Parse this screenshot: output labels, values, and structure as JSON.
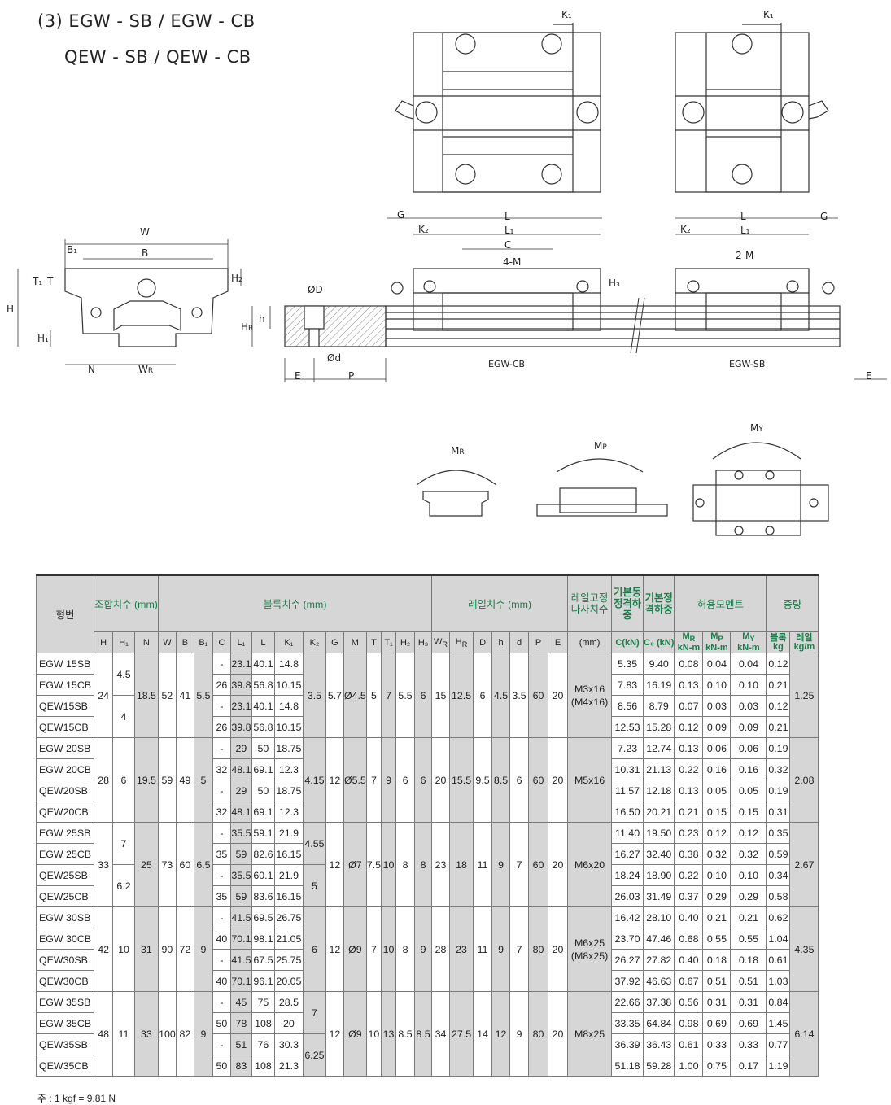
{
  "title_line1": "(3) EGW - SB / EGW - CB",
  "title_line2": "QEW - SB / QEW - CB",
  "drawing_labels": {
    "K1": "K₁",
    "W": "W",
    "B1": "B₁",
    "B": "B",
    "T1": "T₁",
    "T": "T",
    "H2": "H₂",
    "H": "H",
    "H1": "H₁",
    "N": "N",
    "WR": "W",
    "WR_sub": "R",
    "HR": "H",
    "HR_sub": "R",
    "h": "h",
    "OD": "ØD",
    "Od": "Ød",
    "E": "E",
    "P": "P",
    "G": "G",
    "K2": "K₂",
    "L": "L",
    "L1": "L₁",
    "C": "C",
    "fourM": "4-M",
    "twoM": "2-M",
    "H3": "H₃",
    "egwcb": "EGW-CB",
    "egwsb": "EGW-SB",
    "MR": "M",
    "MR_sub": "R",
    "MP": "M",
    "MP_sub": "P",
    "MY": "M",
    "MY_sub": "Y"
  },
  "table": {
    "headers": {
      "model": "형번",
      "assembly": "조합치수 (mm)",
      "block": "블록치수 (mm)",
      "rail": "레일치수 (mm)",
      "bolt": "레일고정나사치수",
      "dynamic": "기본동정격하중",
      "static": "기본정격하중",
      "moment": "허용모멘트",
      "weight": "중량"
    },
    "sub": {
      "H": "H",
      "H1": "H₁",
      "N": "N",
      "W": "W",
      "B": "B",
      "B1": "B₁",
      "C": "C",
      "L1": "L₁",
      "L": "L",
      "K1": "K₁",
      "K2": "K₂",
      "G": "G",
      "M": "M",
      "T": "T",
      "T1": "T₁",
      "H2": "H₂",
      "H3": "H₃",
      "WR": "W",
      "HR": "H",
      "R": "R",
      "D": "D",
      "h": "h",
      "d": "d",
      "P": "P",
      "E": "E",
      "mm": "(mm)",
      "ckn": "C(kN)",
      "c0kn": "C₀ (kN)",
      "MR": "M",
      "MRs": "R",
      "MP": "M",
      "MPs": "P",
      "MY": "M",
      "MYs": "Y",
      "knm": "kN-m",
      "block_w": "블록",
      "kg": "kg",
      "rail_w": "레일",
      "kgm": "kg/m"
    },
    "rows": [
      {
        "model": "EGW 15SB",
        "C": "-",
        "L1": "23.1",
        "L": "40.1",
        "K1": "14.8",
        "ckn": "5.35",
        "c0": "9.40",
        "mr": "0.08",
        "mp": "0.04",
        "my": "0.04",
        "kg": "0.12"
      },
      {
        "model": "EGW 15CB",
        "C": "26",
        "L1": "39.8",
        "L": "56.8",
        "K1": "10.15",
        "ckn": "7.83",
        "c0": "16.19",
        "mr": "0.13",
        "mp": "0.10",
        "my": "0.10",
        "kg": "0.21"
      },
      {
        "model": "QEW15SB",
        "C": "-",
        "L1": "23.1",
        "L": "40.1",
        "K1": "14.8",
        "ckn": "8.56",
        "c0": "8.79",
        "mr": "0.07",
        "mp": "0.03",
        "my": "0.03",
        "kg": "0.12"
      },
      {
        "model": "QEW15CB",
        "C": "26",
        "L1": "39.8",
        "L": "56.8",
        "K1": "10.15",
        "ckn": "12.53",
        "c0": "15.28",
        "mr": "0.12",
        "mp": "0.09",
        "my": "0.09",
        "kg": "0.21"
      },
      {
        "model": "EGW 20SB",
        "C": "-",
        "L1": "29",
        "L": "50",
        "K1": "18.75",
        "ckn": "7.23",
        "c0": "12.74",
        "mr": "0.13",
        "mp": "0.06",
        "my": "0.06",
        "kg": "0.19"
      },
      {
        "model": "EGW 20CB",
        "C": "32",
        "L1": "48.1",
        "L": "69.1",
        "K1": "12.3",
        "ckn": "10.31",
        "c0": "21.13",
        "mr": "0.22",
        "mp": "0.16",
        "my": "0.16",
        "kg": "0.32"
      },
      {
        "model": "QEW20SB",
        "C": "-",
        "L1": "29",
        "L": "50",
        "K1": "18.75",
        "ckn": "11.57",
        "c0": "12.18",
        "mr": "0.13",
        "mp": "0.05",
        "my": "0.05",
        "kg": "0.19"
      },
      {
        "model": "QEW20CB",
        "C": "32",
        "L1": "48.1",
        "L": "69.1",
        "K1": "12.3",
        "ckn": "16.50",
        "c0": "20.21",
        "mr": "0.21",
        "mp": "0.15",
        "my": "0.15",
        "kg": "0.31"
      },
      {
        "model": "EGW 25SB",
        "C": "-",
        "L1": "35.5",
        "L": "59.1",
        "K1": "21.9",
        "ckn": "11.40",
        "c0": "19.50",
        "mr": "0.23",
        "mp": "0.12",
        "my": "0.12",
        "kg": "0.35"
      },
      {
        "model": "EGW 25CB",
        "C": "35",
        "L1": "59",
        "L": "82.6",
        "K1": "16.15",
        "ckn": "16.27",
        "c0": "32.40",
        "mr": "0.38",
        "mp": "0.32",
        "my": "0.32",
        "kg": "0.59"
      },
      {
        "model": "QEW25SB",
        "C": "-",
        "L1": "35.5",
        "L": "60.1",
        "K1": "21.9",
        "ckn": "18.24",
        "c0": "18.90",
        "mr": "0.22",
        "mp": "0.10",
        "my": "0.10",
        "kg": "0.34"
      },
      {
        "model": "QEW25CB",
        "C": "35",
        "L1": "59",
        "L": "83.6",
        "K1": "16.15",
        "ckn": "26.03",
        "c0": "31.49",
        "mr": "0.37",
        "mp": "0.29",
        "my": "0.29",
        "kg": "0.58"
      },
      {
        "model": "EGW 30SB",
        "C": "-",
        "L1": "41.5",
        "L": "69.5",
        "K1": "26.75",
        "ckn": "16.42",
        "c0": "28.10",
        "mr": "0.40",
        "mp": "0.21",
        "my": "0.21",
        "kg": "0.62"
      },
      {
        "model": "EGW 30CB",
        "C": "40",
        "L1": "70.1",
        "L": "98.1",
        "K1": "21.05",
        "ckn": "23.70",
        "c0": "47.46",
        "mr": "0.68",
        "mp": "0.55",
        "my": "0.55",
        "kg": "1.04"
      },
      {
        "model": "QEW30SB",
        "C": "-",
        "L1": "41.5",
        "L": "67.5",
        "K1": "25.75",
        "ckn": "26.27",
        "c0": "27.82",
        "mr": "0.40",
        "mp": "0.18",
        "my": "0.18",
        "kg": "0.61"
      },
      {
        "model": "QEW30CB",
        "C": "40",
        "L1": "70.1",
        "L": "96.1",
        "K1": "20.05",
        "ckn": "37.92",
        "c0": "46.63",
        "mr": "0.67",
        "mp": "0.51",
        "my": "0.51",
        "kg": "1.03"
      },
      {
        "model": "EGW 35SB",
        "C": "-",
        "L1": "45",
        "L": "75",
        "K1": "28.5",
        "ckn": "22.66",
        "c0": "37.38",
        "mr": "0.56",
        "mp": "0.31",
        "my": "0.31",
        "kg": "0.84"
      },
      {
        "model": "EGW 35CB",
        "C": "50",
        "L1": "78",
        "L": "108",
        "K1": "20",
        "ckn": "33.35",
        "c0": "64.84",
        "mr": "0.98",
        "mp": "0.69",
        "my": "0.69",
        "kg": "1.45"
      },
      {
        "model": "QEW35SB",
        "C": "-",
        "L1": "51",
        "L": "76",
        "K1": "30.3",
        "ckn": "36.39",
        "c0": "36.43",
        "mr": "0.61",
        "mp": "0.33",
        "my": "0.33",
        "kg": "0.77"
      },
      {
        "model": "QEW35CB",
        "C": "50",
        "L1": "83",
        "L": "108",
        "K1": "21.3",
        "ckn": "51.18",
        "c0": "59.28",
        "mr": "1.00",
        "mp": "0.75",
        "my": "0.17",
        "kg": "1.19"
      }
    ],
    "groups": [
      {
        "H": "24",
        "H1a": "4.5",
        "H1b": "4",
        "N": "18.5",
        "W": "52",
        "B": "41",
        "B1": "5.5",
        "K2": "3.5",
        "G": "5.7",
        "M": "Ø4.5",
        "T": "5",
        "T1": "7",
        "H2": "5.5",
        "H3": "6",
        "WR": "15",
        "HR": "12.5",
        "D": "6",
        "h": "4.5",
        "d": "3.5",
        "P": "60",
        "E": "20",
        "bolt": "M3x16",
        "bolt2": "(M4x16)",
        "rail": "1.25"
      },
      {
        "H": "28",
        "H1": "6",
        "N": "19.5",
        "W": "59",
        "B": "49",
        "B1": "5",
        "K2": "4.15",
        "G": "12",
        "M": "Ø5.5",
        "T": "7",
        "T1": "9",
        "H2": "6",
        "H3": "6",
        "WR": "20",
        "HR": "15.5",
        "D": "9.5",
        "h": "8.5",
        "d": "6",
        "P": "60",
        "E": "20",
        "bolt": "M5x16",
        "rail": "2.08"
      },
      {
        "H": "33",
        "H1a": "7",
        "H1b": "6.2",
        "N": "25",
        "W": "73",
        "B": "60",
        "B1": "6.5",
        "K2a": "4.55",
        "K2b": "5",
        "G": "12",
        "M": "Ø7",
        "T": "7.5",
        "T1": "10",
        "H2": "8",
        "H3": "8",
        "WR": "23",
        "HR": "18",
        "D": "11",
        "h": "9",
        "d": "7",
        "P": "60",
        "E": "20",
        "bolt": "M6x20",
        "rail": "2.67"
      },
      {
        "H": "42",
        "H1": "10",
        "N": "31",
        "W": "90",
        "B": "72",
        "B1": "9",
        "K2": "6",
        "G": "12",
        "M": "Ø9",
        "T": "7",
        "T1": "10",
        "H2": "8",
        "H3": "9",
        "WR": "28",
        "HR": "23",
        "D": "11",
        "h": "9",
        "d": "7",
        "P": "80",
        "E": "20",
        "bolt": "M6x25",
        "bolt2": "(M8x25)",
        "rail": "4.35"
      },
      {
        "H": "48",
        "H1": "11",
        "N": "33",
        "W": "100",
        "B": "82",
        "B1": "9",
        "K2a": "7",
        "K2b": "6.25",
        "G": "12",
        "M": "Ø9",
        "T": "10",
        "T1": "13",
        "H2": "8.5",
        "H3": "8.5",
        "WR": "34",
        "HR": "27.5",
        "D": "14",
        "h": "12",
        "d": "9",
        "P": "80",
        "E": "20",
        "bolt": "M8x25",
        "rail": "6.14"
      }
    ]
  },
  "note": "주 : 1 kgf = 9.81 N",
  "colors": {
    "header_bg": "#d6d6d6",
    "green": "#1d7c4c",
    "line": "#333333"
  }
}
